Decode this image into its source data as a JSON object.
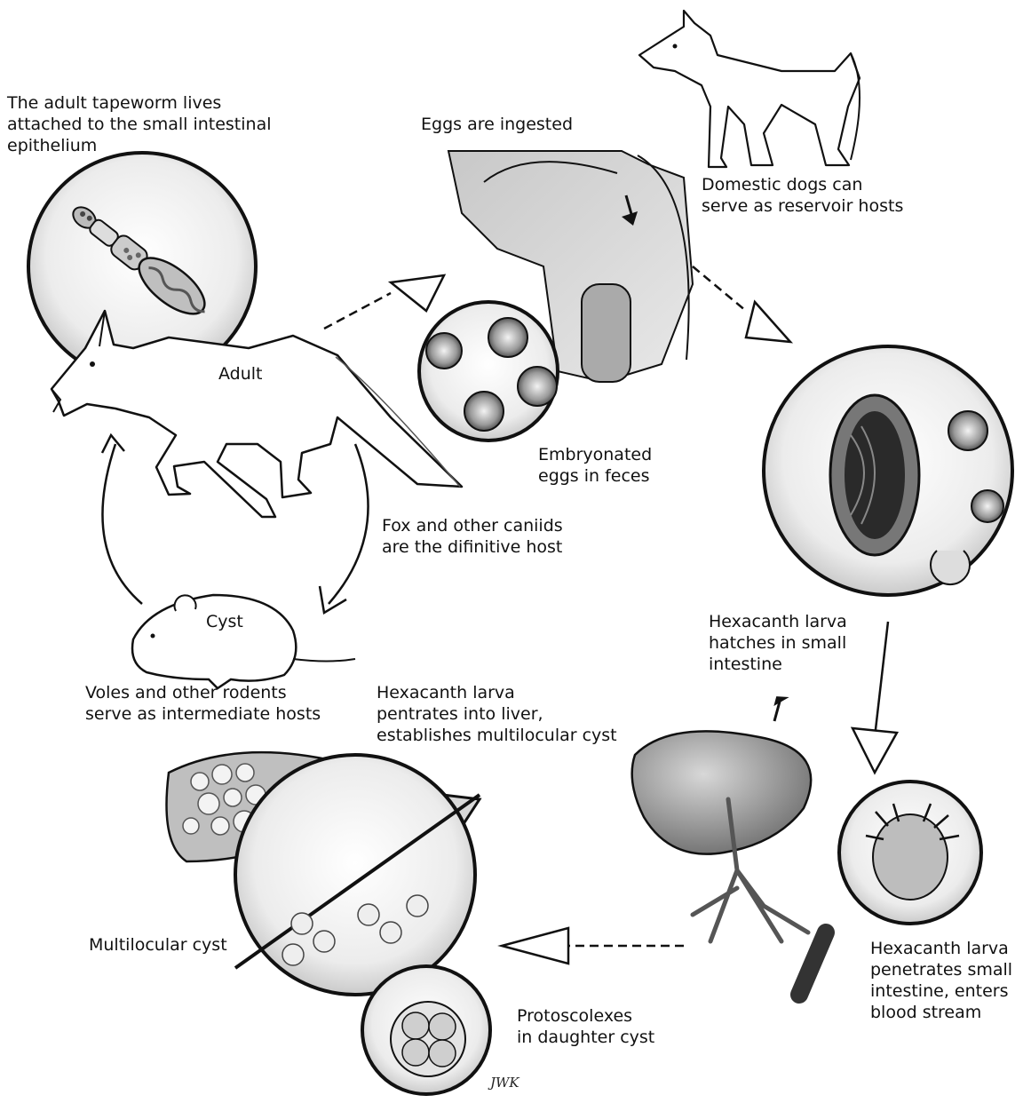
{
  "labels": {
    "adult_tapeworm": [
      "The adult tapeworm lives",
      "attached to the small intestinal",
      "epithelium"
    ],
    "eggs_ingested": "Eggs are ingested",
    "domestic_dogs": [
      "Domestic dogs can",
      "serve as reservoir hosts"
    ],
    "adult": "Adult",
    "embryonated_eggs": [
      "Embryonated",
      "eggs in feces"
    ],
    "fox_host": [
      "Fox and other caniids",
      "are the difinitive host"
    ],
    "cyst": "Cyst",
    "hexacanth_hatches": [
      "Hexacanth larva",
      "hatches in small",
      "intestine"
    ],
    "voles": [
      "Voles and other rodents",
      "serve as intermediate hosts"
    ],
    "hexacanth_liver": [
      "Hexacanth larva",
      "pentrates into liver,",
      "establishes multilocular cyst"
    ],
    "multilocular_cyst": "Multilocular cyst",
    "hexacanth_penetrates": [
      "Hexacanth larva",
      "penetrates small",
      "intestine, enters",
      "blood stream"
    ],
    "protoscolexes": [
      "Protoscolexes",
      "in daughter cyst"
    ],
    "signature": "JWK"
  },
  "icons": [
    "fox-illustration",
    "dog-illustration",
    "vole-illustration",
    "tapeworm-illustration",
    "egg-illustration",
    "liver-illustration",
    "intestine-illustration",
    "hexacanth-larva-illustration",
    "cycle-arrow-icon"
  ]
}
